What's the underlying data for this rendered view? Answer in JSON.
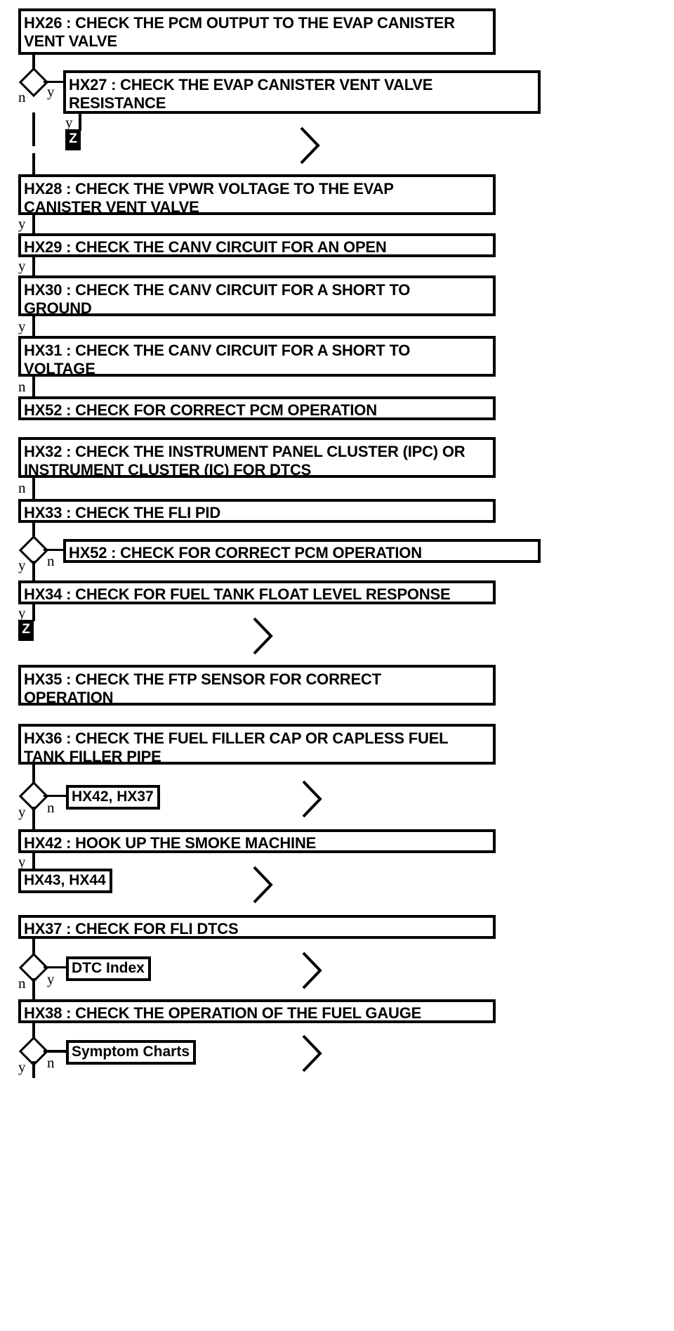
{
  "diagram": {
    "type": "flowchart",
    "title": "EVAP / Fuel Level Diagnostic Flowchart (HX26 - HX38)",
    "steps": [
      {
        "id": "hx26",
        "label": "HX26 : CHECK THE PCM OUTPUT TO THE EVAP CANISTER\nVENT VALVE"
      },
      {
        "id": "hx27",
        "label": "HX27 : CHECK THE EVAP CANISTER VENT VALVE\nRESISTANCE"
      },
      {
        "id": "hx28",
        "label": "HX28 : CHECK THE VPWR VOLTAGE TO THE EVAP\nCANISTER VENT VALVE"
      },
      {
        "id": "hx29",
        "label": "HX29 : CHECK THE CANV CIRCUIT FOR AN OPEN"
      },
      {
        "id": "hx30",
        "label": "HX30 : CHECK THE CANV CIRCUIT FOR A SHORT TO\nGROUND"
      },
      {
        "id": "hx31",
        "label": "HX31 : CHECK THE CANV CIRCUIT FOR A SHORT TO\nVOLTAGE"
      },
      {
        "id": "hx52a",
        "label": "HX52 : CHECK FOR CORRECT PCM OPERATION"
      },
      {
        "id": "hx32",
        "label": "HX32 : CHECK THE INSTRUMENT PANEL CLUSTER (IPC) OR\nINSTRUMENT CLUSTER (IC) FOR DTCS"
      },
      {
        "id": "hx33",
        "label": "HX33 : CHECK THE FLI PID"
      },
      {
        "id": "hx52b",
        "label": "HX52 : CHECK FOR CORRECT PCM OPERATION"
      },
      {
        "id": "hx34",
        "label": "HX34 : CHECK FOR FUEL TANK FLOAT LEVEL RESPONSE"
      },
      {
        "id": "hx35",
        "label": "HX35 : CHECK THE FTP SENSOR FOR CORRECT\nOPERATION"
      },
      {
        "id": "hx36",
        "label": "HX36 : CHECK THE FUEL FILLER CAP OR CAPLESS FUEL\nTANK FILLER PIPE"
      },
      {
        "id": "hx42",
        "label": "HX42 : HOOK UP THE SMOKE MACHINE"
      },
      {
        "id": "hx37",
        "label": "HX37 : CHECK FOR FLI DTCS"
      },
      {
        "id": "hx38",
        "label": "HX38 : CHECK THE OPERATION OF THE FUEL GAUGE"
      }
    ],
    "refs": [
      {
        "id": "ref-hx42-hx37",
        "label": "HX42, HX37"
      },
      {
        "id": "ref-hx43-hx44",
        "label": "HX43, HX44"
      },
      {
        "id": "ref-dtc-index",
        "label": "DTC Index"
      },
      {
        "id": "ref-symptom-charts",
        "label": "Symptom Charts"
      }
    ],
    "connectors": [
      {
        "id": "conn-z-1",
        "label": "Z"
      },
      {
        "id": "conn-z-2",
        "label": "Z"
      }
    ],
    "branch_labels": {
      "yes": "y",
      "no": "n"
    },
    "edges": [
      {
        "from": "hx26",
        "to": "decision-1",
        "label": ""
      },
      {
        "from": "decision-1",
        "to": "hx27",
        "label": "y"
      },
      {
        "from": "decision-1",
        "to": "hx28",
        "label": "n"
      },
      {
        "from": "hx27",
        "to": "conn-z-1",
        "label": "y"
      },
      {
        "from": "hx28",
        "to": "hx29",
        "label": "y"
      },
      {
        "from": "hx29",
        "to": "hx30",
        "label": "y"
      },
      {
        "from": "hx30",
        "to": "hx31",
        "label": "y"
      },
      {
        "from": "hx31",
        "to": "hx52a",
        "label": "n"
      },
      {
        "from": "hx32",
        "to": "hx33",
        "label": "n"
      },
      {
        "from": "hx33",
        "to": "decision-2",
        "label": ""
      },
      {
        "from": "decision-2",
        "to": "hx52b",
        "label": "n"
      },
      {
        "from": "decision-2",
        "to": "hx34",
        "label": "y"
      },
      {
        "from": "hx34",
        "to": "conn-z-2",
        "label": "y"
      },
      {
        "from": "hx36",
        "to": "decision-3",
        "label": ""
      },
      {
        "from": "decision-3",
        "to": "ref-hx42-hx37",
        "label": "n"
      },
      {
        "from": "decision-3",
        "to": "hx42",
        "label": "y"
      },
      {
        "from": "hx42",
        "to": "ref-hx43-hx44",
        "label": "y"
      },
      {
        "from": "hx37",
        "to": "decision-4",
        "label": ""
      },
      {
        "from": "decision-4",
        "to": "ref-dtc-index",
        "label": "y"
      },
      {
        "from": "decision-4",
        "to": "hx38",
        "label": "n"
      },
      {
        "from": "hx38",
        "to": "decision-5",
        "label": ""
      },
      {
        "from": "decision-5",
        "to": "ref-symptom-charts",
        "label": "n"
      }
    ],
    "colors": {
      "line": "#000000",
      "box_fill": "#ffffff",
      "connector_fill": "#000000",
      "connector_text": "#ffffff"
    }
  }
}
